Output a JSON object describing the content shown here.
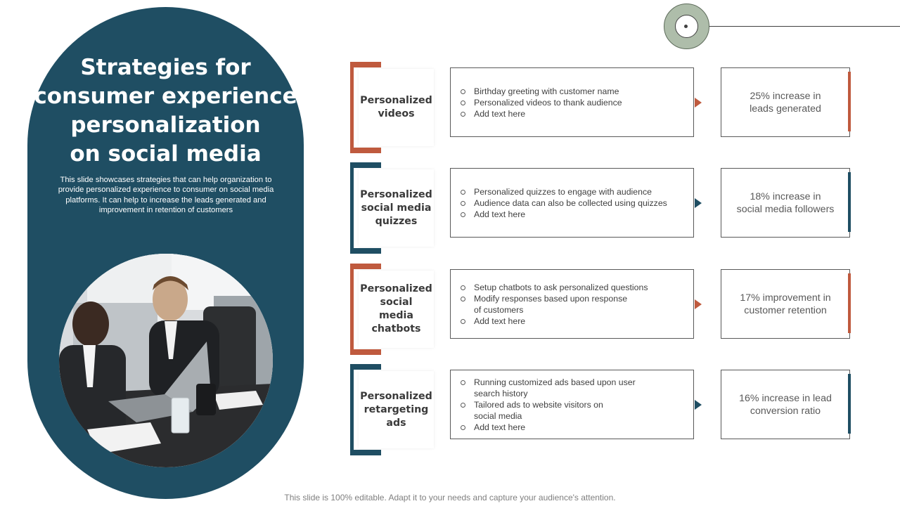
{
  "slide": {
    "title": "Strategies for\nconsumer experience\npersonalization\non social media",
    "subtitle": "This slide showcases strategies that can help organization to provide personalized experience to consumer on social media platforms. It can help to increase the leads generated and improvement in retention of customers",
    "footer": "This slide is 100% editable. Adapt it to your needs and capture your audience's attention."
  },
  "colors": {
    "panel": "#1f4e63",
    "accent_orange": "#bf5a3e",
    "accent_teal": "#1f4e63"
  },
  "strategies": [
    {
      "label": "Personalized\nvideos",
      "color": "#bf5a3e",
      "points": [
        "Birthday greeting  with customer name",
        "Personalized videos  to thank audience",
        "Add text here"
      ],
      "stat": "25% increase in\nleads generated"
    },
    {
      "label": "Personalized\nsocial media\nquizzes",
      "color": "#1f4e63",
      "points": [
        "Personalized quizzes to engage with audience",
        "Audience data can also be collected using quizzes",
        "Add text here"
      ],
      "stat": "18% increase in\nsocial media followers"
    },
    {
      "label": "Personalized\nsocial\nmedia\nchatbots",
      "color": "#bf5a3e",
      "points": [
        "Setup chatbots to ask personalized  questions",
        "Modify  responses  based upon response\nof customers",
        "Add text here"
      ],
      "stat": "17% improvement in\ncustomer retention"
    },
    {
      "label": "Personalized\nretargeting ads",
      "color": "#1f4e63",
      "points": [
        "Running  customized ads based upon user\nsearch history",
        "Tailored  ads to website visitors on\nsocial media",
        "Add text here"
      ],
      "stat": "16% increase in lead\nconversion ratio"
    }
  ]
}
